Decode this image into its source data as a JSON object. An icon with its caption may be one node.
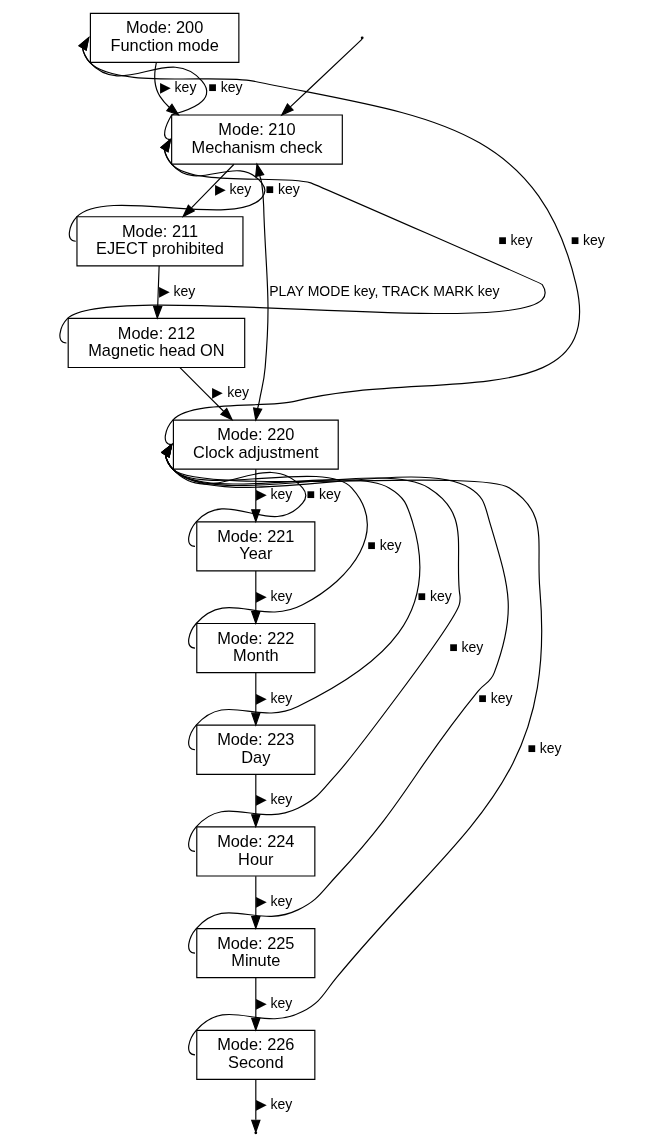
{
  "diagram": {
    "nodes": [
      {
        "text": [
          "Mode: 200 Function mode"
        ]
      },
      {
        "text": [
          "Mode: 210 Mechanism check"
        ]
      },
      {
        "text": [
          "Mode: 211 EJECT prohibited"
        ]
      },
      {
        "text": [
          "Mode: 212 Magnetic head ON"
        ]
      },
      {
        "text": [
          "Mode: 220 Clock adjustment"
        ]
      },
      {
        "text": [
          "Mode: 221 Year"
        ]
      },
      {
        "text": [
          "Mode: 222 Month"
        ]
      },
      {
        "text": [
          "Mode: 223 Day"
        ]
      },
      {
        "text": [
          "Mode: 224 Hour"
        ]
      },
      {
        "text": [
          "Mode: 225 Minute"
        ]
      },
      {
        "text": [
          "Mode: 226 Second"
        ]
      }
    ],
    "edges": [
      {
        "from": 0,
        "to": 1,
        "arrow": "to",
        "label": "▶ key"
      },
      {
        "from": null,
        "to": 1,
        "arrow": "to"
      },
      {
        "from": 1,
        "to": 0,
        "arrow": "to",
        "label": "■ key"
      },
      {
        "from": 1,
        "to": 2,
        "arrow": "to",
        "label": "▶ key"
      },
      {
        "from": 2,
        "to": 1,
        "arrow": "to",
        "label": "■ key"
      },
      {
        "from": 2,
        "to": 3,
        "arrow": "to",
        "label": "▶ key"
      },
      {
        "from": 3,
        "to": 1,
        "arrow": "to",
        "label": "■ key"
      },
      {
        "from": 3,
        "to": 4,
        "arrow": "to",
        "label": "▶ key"
      },
      {
        "from": 1,
        "to": 4,
        "arrow": "both",
        "label": "PLAY MODE key, TRACK MARK key"
      },
      {
        "from": 4,
        "to": 0,
        "arrow": "to",
        "label": "■ key"
      },
      {
        "from": 4,
        "to": 5,
        "arrow": "to",
        "label": "▶ key"
      },
      {
        "from": 5,
        "to": 4,
        "arrow": "to",
        "label": "■ key"
      },
      {
        "from": 5,
        "to": 6,
        "arrow": "to",
        "label": "▶ key"
      },
      {
        "from": 6,
        "to": 4,
        "arrow": "to",
        "label": "■ key"
      },
      {
        "from": 6,
        "to": 7,
        "arrow": "to",
        "label": "▶ key"
      },
      {
        "from": 7,
        "to": 4,
        "arrow": "to",
        "label": "■ key"
      },
      {
        "from": 7,
        "to": 8,
        "arrow": "to",
        "label": "▶ key"
      },
      {
        "from": 8,
        "to": 4,
        "arrow": "to",
        "label": "■ key"
      },
      {
        "from": 8,
        "to": 9,
        "arrow": "to",
        "label": "▶ key"
      },
      {
        "from": 9,
        "to": 4,
        "arrow": "to",
        "label": "■ key"
      },
      {
        "from": 9,
        "to": 10,
        "arrow": "to",
        "label": "▶ key"
      },
      {
        "from": 10,
        "to": 4,
        "arrow": "to",
        "label": "■ key"
      },
      {
        "from": 10,
        "to": null,
        "arrow": "to",
        "label": "▶ key"
      }
    ]
  }
}
